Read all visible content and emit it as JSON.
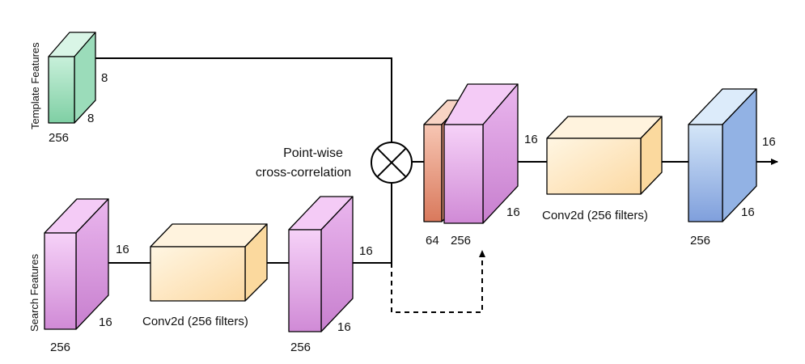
{
  "template": {
    "title": "Template Features",
    "dims": [
      "8",
      "8",
      "256"
    ],
    "color": "#8fd8b0"
  },
  "search": {
    "title": "Search Features",
    "dims": [
      "16",
      "16",
      "256"
    ],
    "color": "#e6a8ec"
  },
  "conv1": {
    "label": "Conv2d (256 filters)",
    "color": "#fde7c0"
  },
  "search_after_conv": {
    "dims": [
      "16",
      "16",
      "256"
    ],
    "color": "#e6a8ec"
  },
  "correlation": {
    "label_line1": "Point-wise",
    "label_line2": "cross-correlation"
  },
  "concat": {
    "dims": [
      "16",
      "64",
      "256"
    ],
    "colors": [
      "#f3b9a4",
      "#e6a8ec"
    ]
  },
  "conv2": {
    "label": "Conv2d (256 filters)",
    "color": "#fde7c0"
  },
  "output": {
    "dims": [
      "16",
      "16",
      "256"
    ],
    "color": "#a9c4ec"
  }
}
